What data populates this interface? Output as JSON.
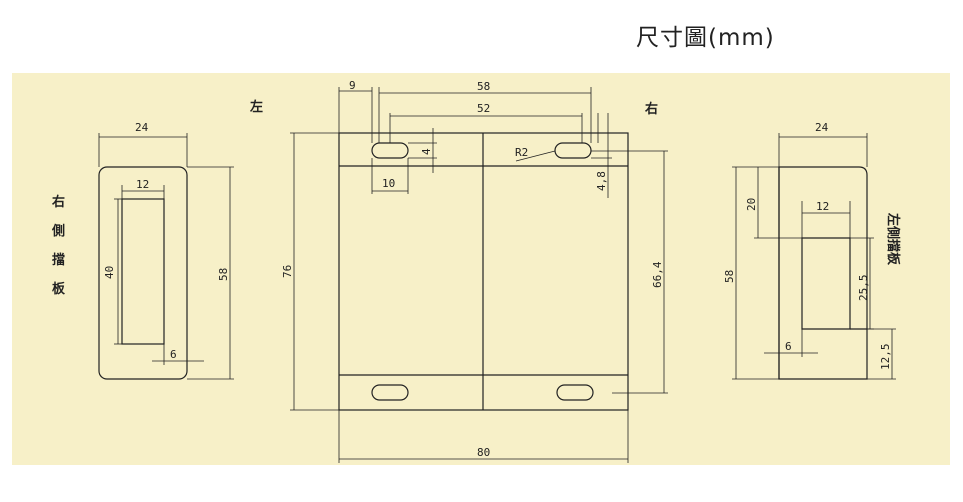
{
  "title": "尺寸圖(mm)",
  "colors": {
    "panel_bg": "#f7f0c8",
    "line": "#222222"
  },
  "left_part": {
    "label_chars": [
      "右",
      "側",
      "擋",
      "板"
    ],
    "dims": {
      "width": "24",
      "inner_width": "12",
      "inner_height": "40",
      "height": "58",
      "offset": "6"
    }
  },
  "center_part": {
    "left_label": "左",
    "right_label": "右",
    "dims": {
      "slot_offset": "9",
      "overall_top": "58",
      "inner_top": "52",
      "slot_height": "4",
      "slot_length": "10",
      "radius": "R2",
      "slot_gap": "4,8",
      "height": "76",
      "side_height": "66,4",
      "width": "80"
    }
  },
  "right_part": {
    "label": "左側擋板",
    "dims": {
      "width": "24",
      "top_offset": "20",
      "inner_width": "12",
      "height": "58",
      "inner_height": "25,5",
      "offset": "6",
      "bottom_height": "12,5"
    }
  }
}
